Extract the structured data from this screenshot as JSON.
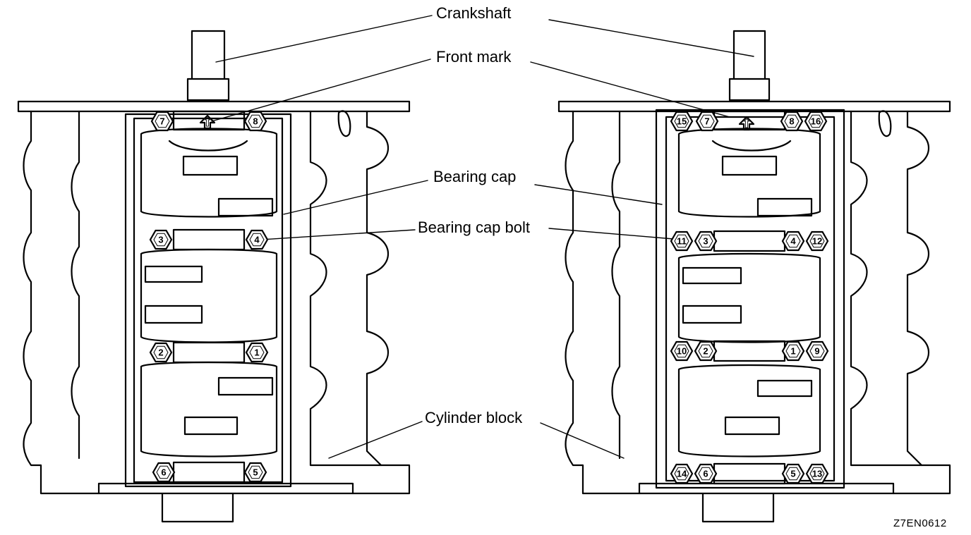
{
  "labels": {
    "crankshaft": "Crankshaft",
    "front_mark": "Front mark",
    "bearing_cap": "Bearing cap",
    "bearing_cap_bolt": "Bearing cap bolt",
    "cylinder_block": "Cylinder block",
    "figure_id": "Z7EN0612"
  },
  "front_mark_arrow": "⇧",
  "left_bolts": [
    "7",
    "8",
    "3",
    "4",
    "2",
    "1",
    "6",
    "5"
  ],
  "right_bolts": [
    "15",
    "7",
    "8",
    "16",
    "11",
    "3",
    "4",
    "12",
    "10",
    "2",
    "1",
    "9",
    "14",
    "6",
    "5",
    "13"
  ],
  "colors": {
    "ink": "#000000",
    "paper": "#ffffff"
  }
}
